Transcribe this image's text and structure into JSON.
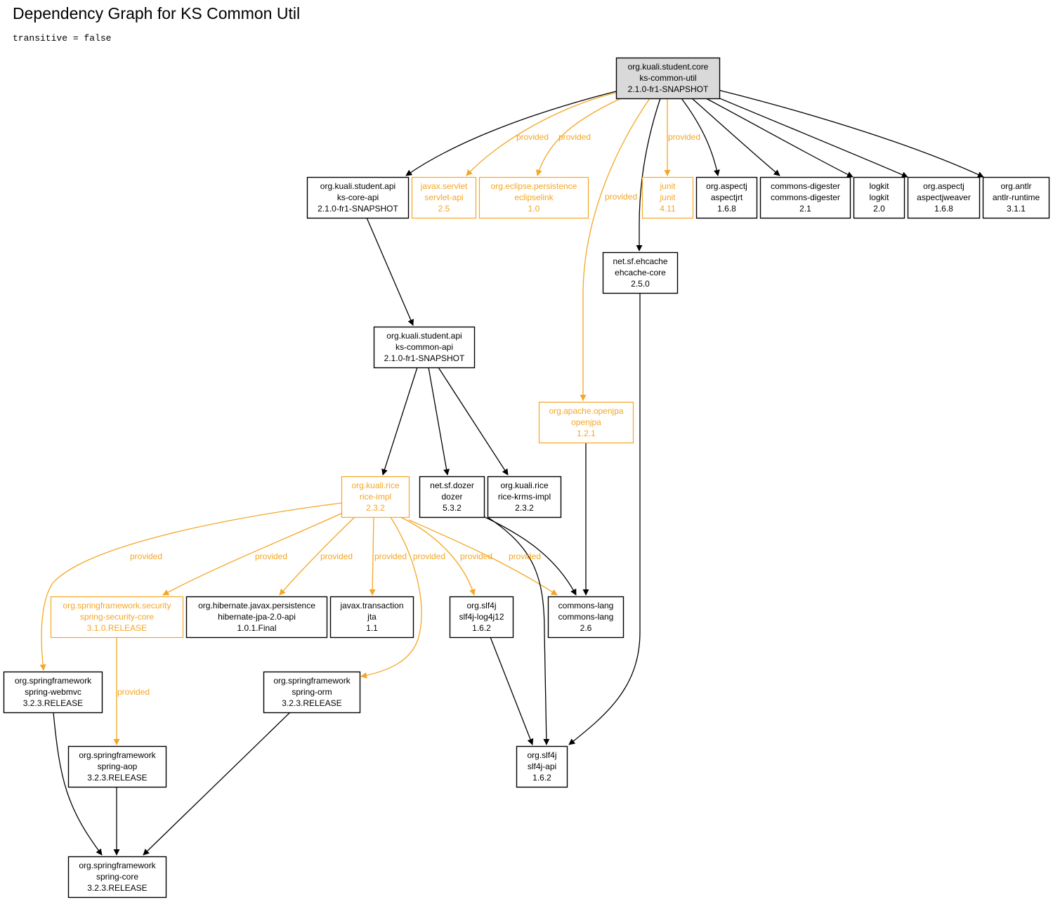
{
  "header": {
    "title": "Dependency Graph for KS Common Util",
    "subtitle": "transitive = false"
  },
  "colors": {
    "normal": "#000000",
    "provided": "#f5a623",
    "root_fill": "#d9d9d9"
  },
  "nodes": [
    {
      "id": "root",
      "lines": [
        "org.kuali.student.core",
        "ks-common-util",
        "2.1.0-fr1-SNAPSHOT"
      ],
      "style": "root"
    },
    {
      "id": "ks-core-api",
      "lines": [
        "org.kuali.student.api",
        "ks-core-api",
        "2.1.0-fr1-SNAPSHOT"
      ],
      "style": "normal"
    },
    {
      "id": "servlet-api",
      "lines": [
        "javax.servlet",
        "servlet-api",
        "2.5"
      ],
      "style": "provided"
    },
    {
      "id": "eclipselink",
      "lines": [
        "org.eclipse.persistence",
        "eclipselink",
        "1.0"
      ],
      "style": "provided"
    },
    {
      "id": "junit",
      "lines": [
        "junit",
        "junit",
        "4.11"
      ],
      "style": "provided"
    },
    {
      "id": "aspectjrt",
      "lines": [
        "org.aspectj",
        "aspectjrt",
        "1.6.8"
      ],
      "style": "normal"
    },
    {
      "id": "commons-digester",
      "lines": [
        "commons-digester",
        "commons-digester",
        "2.1"
      ],
      "style": "normal"
    },
    {
      "id": "logkit",
      "lines": [
        "logkit",
        "logkit",
        "2.0"
      ],
      "style": "normal"
    },
    {
      "id": "aspectjweaver",
      "lines": [
        "org.aspectj",
        "aspectjweaver",
        "1.6.8"
      ],
      "style": "normal"
    },
    {
      "id": "antlr",
      "lines": [
        "org.antlr",
        "antlr-runtime",
        "3.1.1"
      ],
      "style": "normal"
    },
    {
      "id": "ehcache",
      "lines": [
        "net.sf.ehcache",
        "ehcache-core",
        "2.5.0"
      ],
      "style": "normal"
    },
    {
      "id": "ks-common-api",
      "lines": [
        "org.kuali.student.api",
        "ks-common-api",
        "2.1.0-fr1-SNAPSHOT"
      ],
      "style": "normal"
    },
    {
      "id": "openjpa",
      "lines": [
        "org.apache.openjpa",
        "openjpa",
        "1.2.1"
      ],
      "style": "provided"
    },
    {
      "id": "rice-impl",
      "lines": [
        "org.kuali.rice",
        "rice-impl",
        "2.3.2"
      ],
      "style": "provided"
    },
    {
      "id": "dozer",
      "lines": [
        "net.sf.dozer",
        "dozer",
        "5.3.2"
      ],
      "style": "normal"
    },
    {
      "id": "rice-krms-impl",
      "lines": [
        "org.kuali.rice",
        "rice-krms-impl",
        "2.3.2"
      ],
      "style": "normal"
    },
    {
      "id": "spring-security-core",
      "lines": [
        "org.springframework.security",
        "spring-security-core",
        "3.1.0.RELEASE"
      ],
      "style": "provided"
    },
    {
      "id": "hibernate-jpa",
      "lines": [
        "org.hibernate.javax.persistence",
        "hibernate-jpa-2.0-api",
        "1.0.1.Final"
      ],
      "style": "normal"
    },
    {
      "id": "jta",
      "lines": [
        "javax.transaction",
        "jta",
        "1.1"
      ],
      "style": "normal"
    },
    {
      "id": "slf4j-log4j12",
      "lines": [
        "org.slf4j",
        "slf4j-log4j12",
        "1.6.2"
      ],
      "style": "normal"
    },
    {
      "id": "commons-lang",
      "lines": [
        "commons-lang",
        "commons-lang",
        "2.6"
      ],
      "style": "normal"
    },
    {
      "id": "spring-webmvc",
      "lines": [
        "org.springframework",
        "spring-webmvc",
        "3.2.3.RELEASE"
      ],
      "style": "normal"
    },
    {
      "id": "spring-orm",
      "lines": [
        "org.springframework",
        "spring-orm",
        "3.2.3.RELEASE"
      ],
      "style": "normal"
    },
    {
      "id": "spring-aop",
      "lines": [
        "org.springframework",
        "spring-aop",
        "3.2.3.RELEASE"
      ],
      "style": "normal"
    },
    {
      "id": "slf4j-api",
      "lines": [
        "org.slf4j",
        "slf4j-api",
        "1.6.2"
      ],
      "style": "normal"
    },
    {
      "id": "spring-core",
      "lines": [
        "org.springframework",
        "spring-core",
        "3.2.3.RELEASE"
      ],
      "style": "normal"
    }
  ],
  "edges": [
    {
      "from": "root",
      "to": "ks-core-api",
      "style": "normal",
      "label": ""
    },
    {
      "from": "root",
      "to": "servlet-api",
      "style": "provided",
      "label": "provided"
    },
    {
      "from": "root",
      "to": "eclipselink",
      "style": "provided",
      "label": "provided"
    },
    {
      "from": "root",
      "to": "openjpa",
      "style": "provided",
      "label": "provided"
    },
    {
      "from": "root",
      "to": "ehcache",
      "style": "normal",
      "label": ""
    },
    {
      "from": "root",
      "to": "junit",
      "style": "provided",
      "label": "provided"
    },
    {
      "from": "root",
      "to": "aspectjrt",
      "style": "normal",
      "label": ""
    },
    {
      "from": "root",
      "to": "commons-digester",
      "style": "normal",
      "label": ""
    },
    {
      "from": "root",
      "to": "logkit",
      "style": "normal",
      "label": ""
    },
    {
      "from": "root",
      "to": "aspectjweaver",
      "style": "normal",
      "label": ""
    },
    {
      "from": "root",
      "to": "antlr",
      "style": "normal",
      "label": ""
    },
    {
      "from": "ks-core-api",
      "to": "ks-common-api",
      "style": "normal",
      "label": ""
    },
    {
      "from": "ks-common-api",
      "to": "rice-impl",
      "style": "normal",
      "label": ""
    },
    {
      "from": "ks-common-api",
      "to": "dozer",
      "style": "normal",
      "label": ""
    },
    {
      "from": "ks-common-api",
      "to": "rice-krms-impl",
      "style": "normal",
      "label": ""
    },
    {
      "from": "openjpa",
      "to": "commons-lang",
      "style": "normal",
      "label": ""
    },
    {
      "from": "ehcache",
      "to": "slf4j-api",
      "style": "normal",
      "label": ""
    },
    {
      "from": "rice-impl",
      "to": "spring-webmvc",
      "style": "provided",
      "label": "provided"
    },
    {
      "from": "rice-impl",
      "to": "spring-security-core",
      "style": "provided",
      "label": "provided"
    },
    {
      "from": "rice-impl",
      "to": "hibernate-jpa",
      "style": "provided",
      "label": "provided"
    },
    {
      "from": "rice-impl",
      "to": "jta",
      "style": "provided",
      "label": "provided"
    },
    {
      "from": "rice-impl",
      "to": "spring-orm",
      "style": "provided",
      "label": "provided"
    },
    {
      "from": "rice-impl",
      "to": "slf4j-log4j12",
      "style": "provided",
      "label": "provided"
    },
    {
      "from": "rice-impl",
      "to": "commons-lang",
      "style": "provided",
      "label": "provided"
    },
    {
      "from": "dozer",
      "to": "commons-lang",
      "style": "normal",
      "label": ""
    },
    {
      "from": "dozer",
      "to": "slf4j-api",
      "style": "normal",
      "label": ""
    },
    {
      "from": "slf4j-log4j12",
      "to": "slf4j-api",
      "style": "normal",
      "label": ""
    },
    {
      "from": "spring-security-core",
      "to": "spring-aop",
      "style": "provided",
      "label": "provided"
    },
    {
      "from": "spring-webmvc",
      "to": "spring-core",
      "style": "normal",
      "label": ""
    },
    {
      "from": "spring-aop",
      "to": "spring-core",
      "style": "normal",
      "label": ""
    },
    {
      "from": "spring-orm",
      "to": "spring-core",
      "style": "normal",
      "label": ""
    }
  ]
}
